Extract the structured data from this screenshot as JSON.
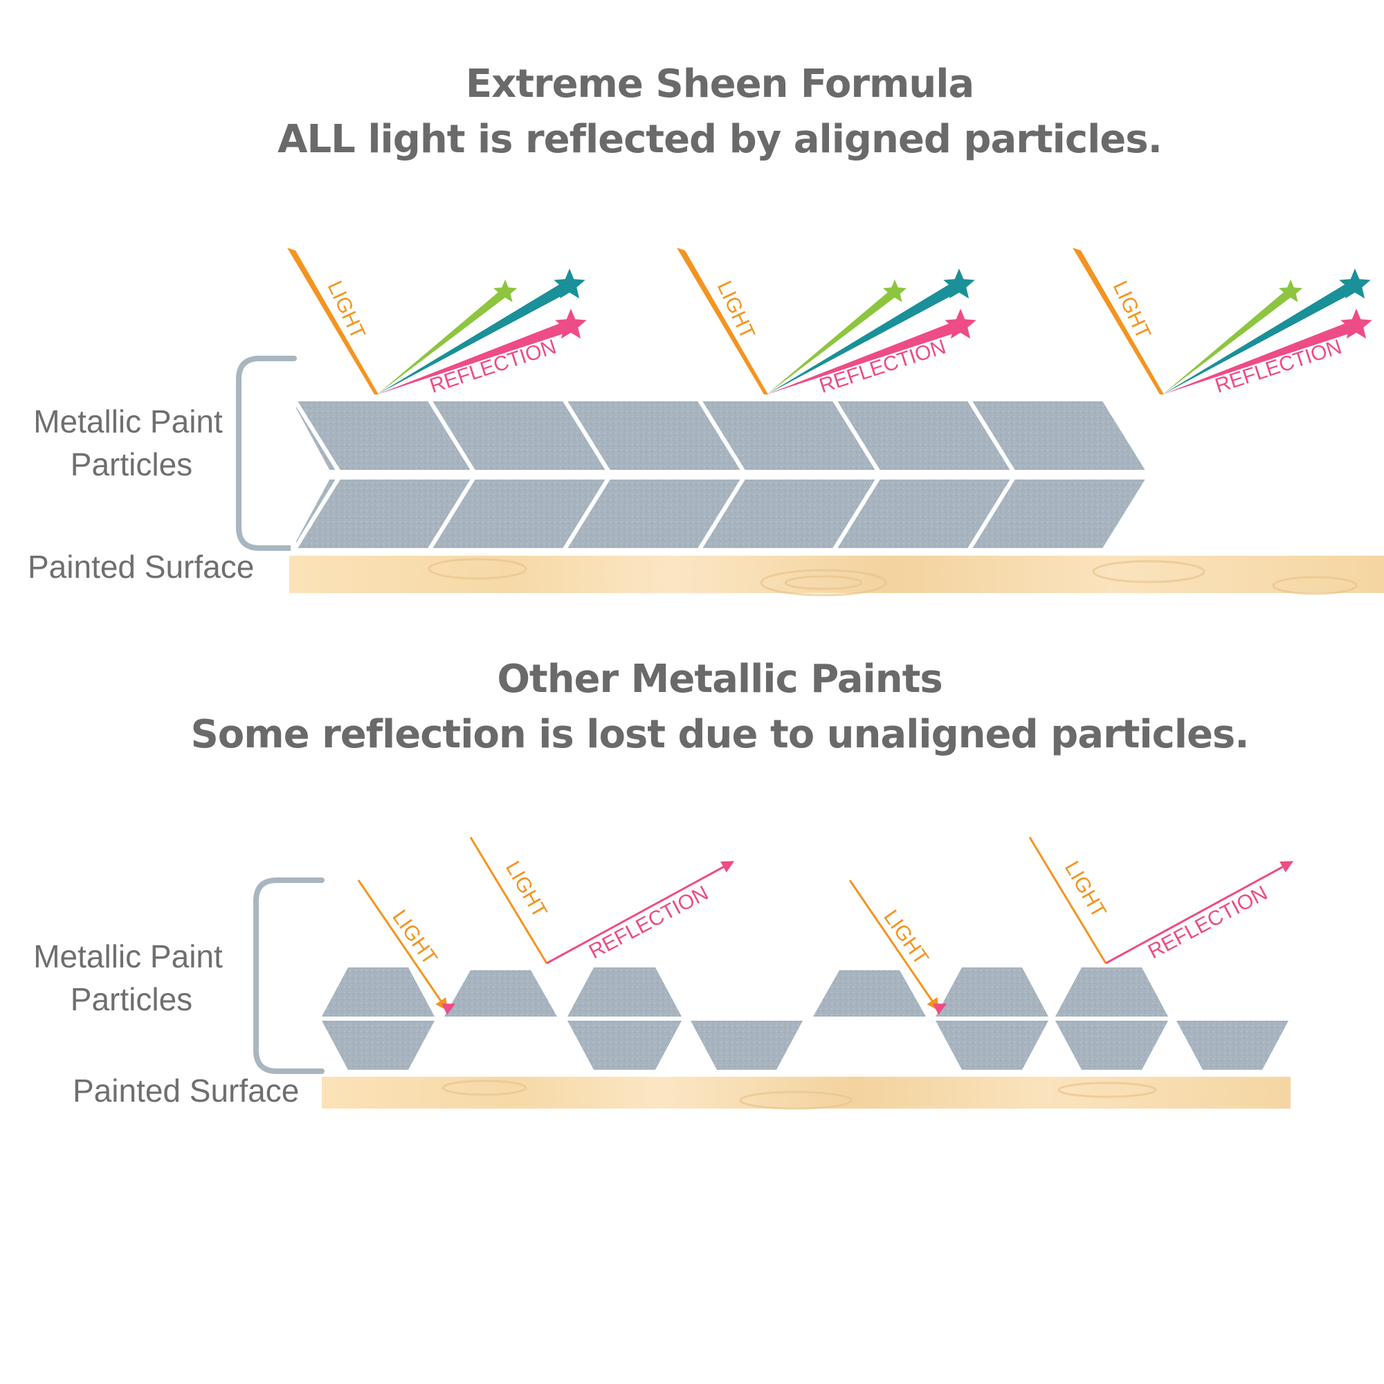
{
  "colors": {
    "title": "#6a6a6a",
    "label": "#6f6f6f",
    "bracket": "#a8b6c0",
    "particle": "#a7b4bf",
    "particle_edge": "#ffffff",
    "wood_light": "#fbe6c4",
    "wood_dark": "#f1cf98",
    "light_ray": "#f49420",
    "reflection_pink": "#ee4c86",
    "reflection_teal": "#1a9098",
    "reflection_green": "#8dc53f"
  },
  "sections": [
    {
      "title_line1": "Extreme Sheen Formula",
      "title_line2": "ALL light is reflected by aligned particles.",
      "particles_label_line1": "Metallic Paint",
      "particles_label_line2": "Particles",
      "surface_label": "Painted Surface",
      "light_label": "LIGHT",
      "reflection_label": "REFLECTION",
      "alignment": "aligned",
      "ray_groups": 3,
      "reflected_colors": [
        "green",
        "teal",
        "pink"
      ]
    },
    {
      "title_line1": "Other Metallic Paints",
      "title_line2": "Some reflection is lost due to unaligned particles.",
      "particles_label_line1": "Metallic Paint",
      "particles_label_line2": "Particles",
      "surface_label": "Painted Surface",
      "light_label": "LIGHT",
      "reflection_label": "REFLECTION",
      "alignment": "unaligned",
      "ray_groups": 4
    }
  ]
}
